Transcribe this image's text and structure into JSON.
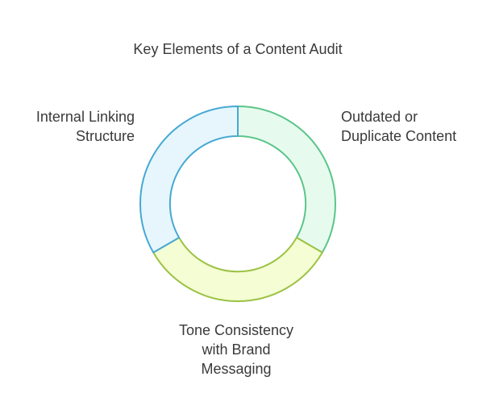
{
  "title": "Key Elements of a Content Audit",
  "segments": [
    {
      "id": "outdated",
      "lines": [
        "Outdated or",
        "Duplicate Content"
      ],
      "fill": "#e6fbee",
      "stroke": "#5bc589"
    },
    {
      "id": "tone",
      "lines": [
        "Tone Consistency",
        "with Brand",
        "Messaging"
      ],
      "fill": "#f4fdd3",
      "stroke": "#9cc244"
    },
    {
      "id": "linking",
      "lines": [
        "Internal Linking",
        "Structure"
      ],
      "fill": "#e6f6fc",
      "stroke": "#46a9d2"
    }
  ]
}
